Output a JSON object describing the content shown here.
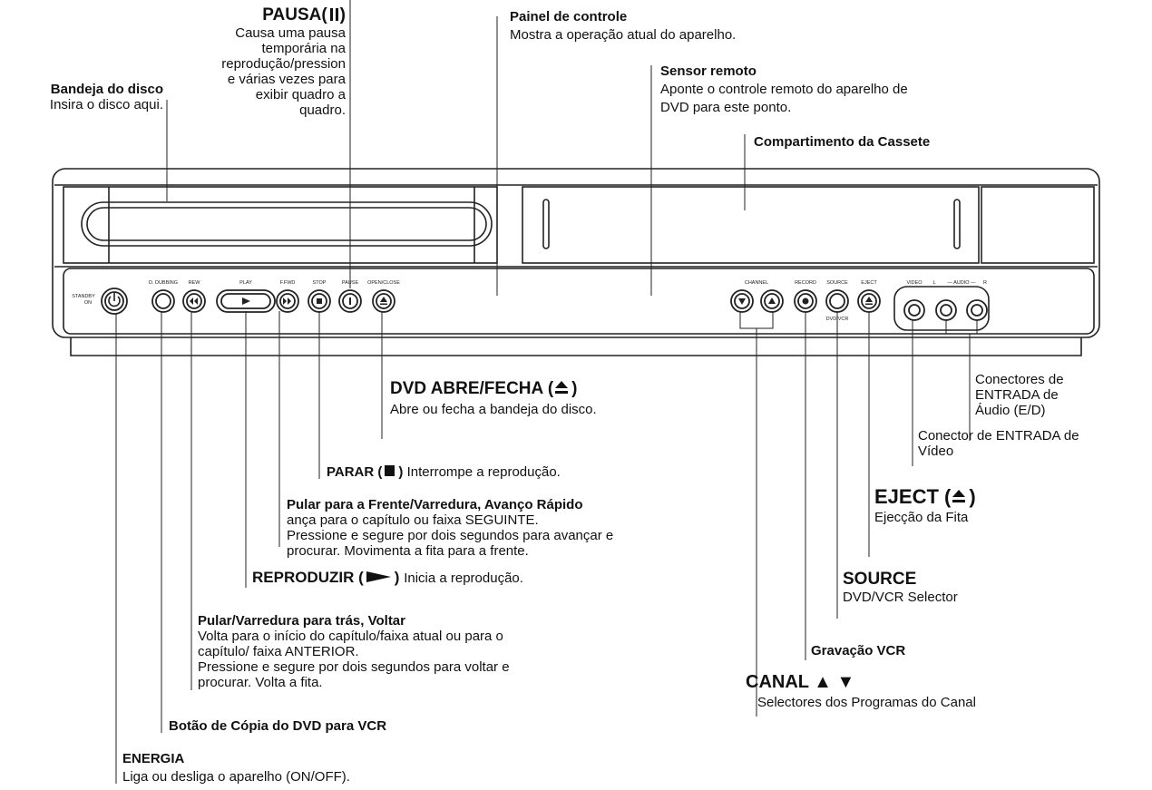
{
  "device": {
    "labels": {
      "standby": "STANDBY",
      "standby_on": "ON",
      "dubbing": "D. DUBBING",
      "rew": "REW",
      "play": "PLAY",
      "ffwd": "F.FWD",
      "stop": "STOP",
      "pause": "PAUSE",
      "open_close": "OPEN/CLOSE",
      "channel": "CHANNEL",
      "record": "RECORD",
      "source": "SOURCE",
      "source_sub": "DVD/VCR",
      "eject": "EJECT",
      "video": "VIDEO",
      "audio_l": "L",
      "audio": "— AUDIO —",
      "audio_r": "R"
    }
  },
  "callouts": {
    "pause": {
      "title": "PAUSA(",
      "title_end": ")",
      "desc": [
        "Causa uma pausa",
        "temporária na",
        "reprodução/pression",
        "e várias vezes para",
        "exibir quadro a",
        "quadro."
      ]
    },
    "disc_tray": {
      "title": "Bandeja do disco",
      "desc": "Insira o disco aqui."
    },
    "control_panel": {
      "title": "Painel de controle",
      "desc": "Mostra a operação atual do aparelho."
    },
    "remote_sensor": {
      "title": "Sensor remoto",
      "desc": [
        "Aponte o controle remoto do aparelho de",
        "DVD para este ponto."
      ]
    },
    "cassette": {
      "title": "Compartimento da Cassete"
    },
    "open_close": {
      "title": "DVD ABRE/FECHA (",
      "title_end": ")",
      "desc": "Abre ou fecha a bandeja do disco."
    },
    "stop": {
      "title": "PARAR (",
      "title_end": ")",
      "desc": "Interrompe a reprodução."
    },
    "forward": {
      "title": "Pular para a Frente/Varredura, Avanço Rápido",
      "desc": [
        "ança para o capítulo ou faixa SEGUINTE.",
        "Pressione e segure por dois segundos para avançar e",
        "procurar. Movimenta a fita para a frente."
      ]
    },
    "play": {
      "title": "REPRODUZIR (",
      "title_end": ")",
      "desc": "Inicia a reprodução."
    },
    "rewind": {
      "title": "Pular/Varredura para trás, Voltar",
      "desc": [
        "Volta para o início do capítulo/faixa atual ou para o",
        "capítulo/ faixa ANTERIOR.",
        "Pressione e segure por dois segundos para voltar e",
        "procurar. Volta a fita."
      ]
    },
    "dubbing": {
      "title": "Botão de Cópia do DVD para VCR"
    },
    "power": {
      "title": "ENERGIA",
      "desc": "Liga ou desliga o aparelho (ON/OFF)."
    },
    "audio_in": {
      "desc": [
        "Conectores de",
        "ENTRADA de",
        "Áudio (E/D)"
      ]
    },
    "video_in": {
      "desc": [
        "Conector de ENTRADA de",
        "Vídeo"
      ]
    },
    "eject": {
      "title": "EJECT (",
      "title_end": ")",
      "desc": "Ejecção da Fita"
    },
    "source": {
      "title": "SOURCE",
      "desc": "DVD/VCR Selector"
    },
    "record": {
      "title": "Gravação VCR"
    },
    "channel": {
      "title": "CANAL ▲ ▼",
      "desc": "Selectores dos Programas do Canal"
    }
  }
}
